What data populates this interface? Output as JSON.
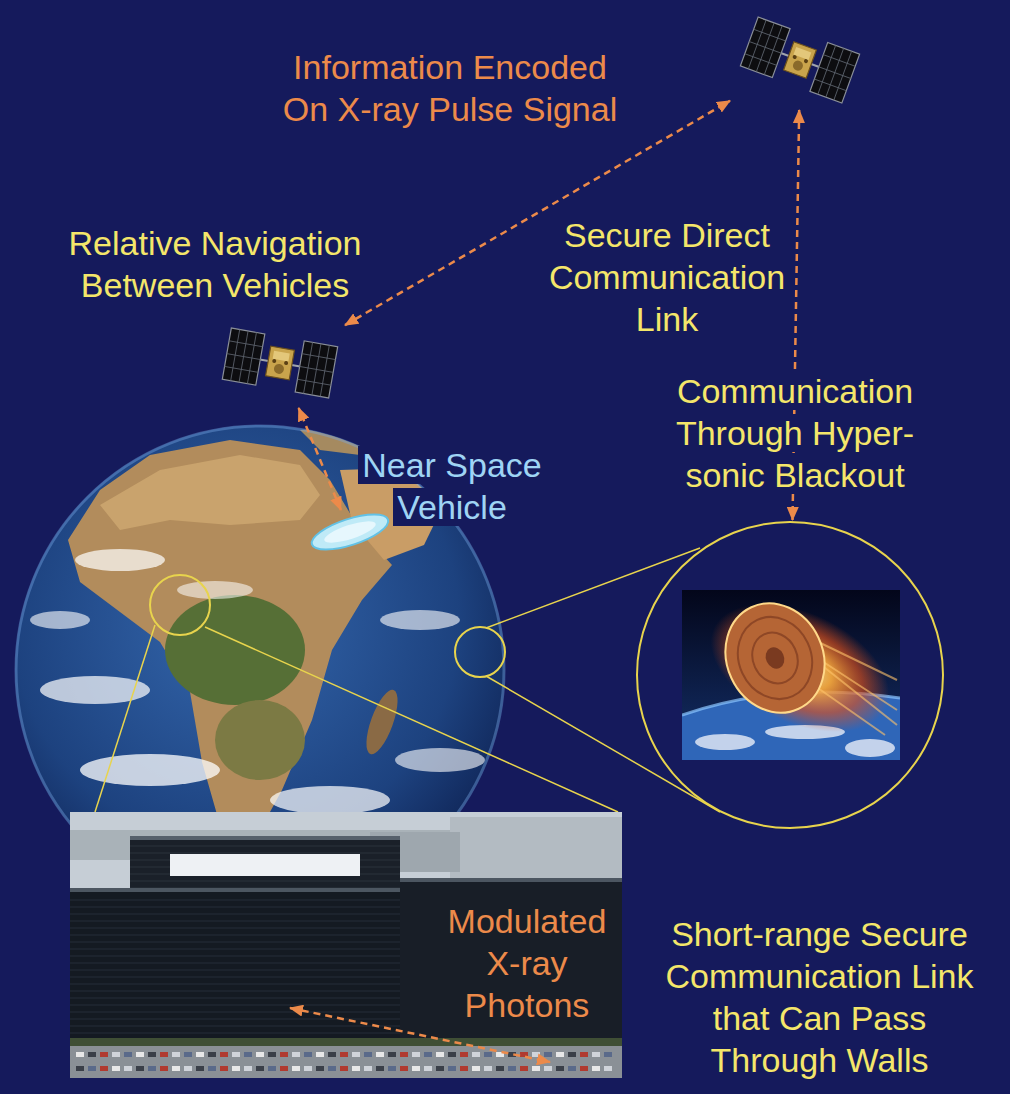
{
  "diagram": {
    "nodes": [
      {
        "text": [
          "Information Encoded On X-ray Pulse Signal"
        ]
      },
      {
        "text": [
          "Relative Navigation Between Vehicles"
        ]
      },
      {
        "text": [
          "Near Space Vehicle"
        ]
      },
      {
        "text": [
          "Communication Through Hyper- sonic Blackout"
        ]
      },
      {
        "text": [
          "Modulated X-ray Photons"
        ]
      }
    ],
    "edges": [
      {
        "from": 1,
        "to": 0,
        "arrow": "both"
      },
      {
        "from": 2,
        "to": 1,
        "arrow": "both"
      },
      {
        "from": 0,
        "to": 3,
        "arrow": "both"
      }
    ],
    "labels": [
      "Secure Direct Communication Link",
      "Short-range Secure Communication Link that Can Pass Through Walls"
    ]
  }
}
